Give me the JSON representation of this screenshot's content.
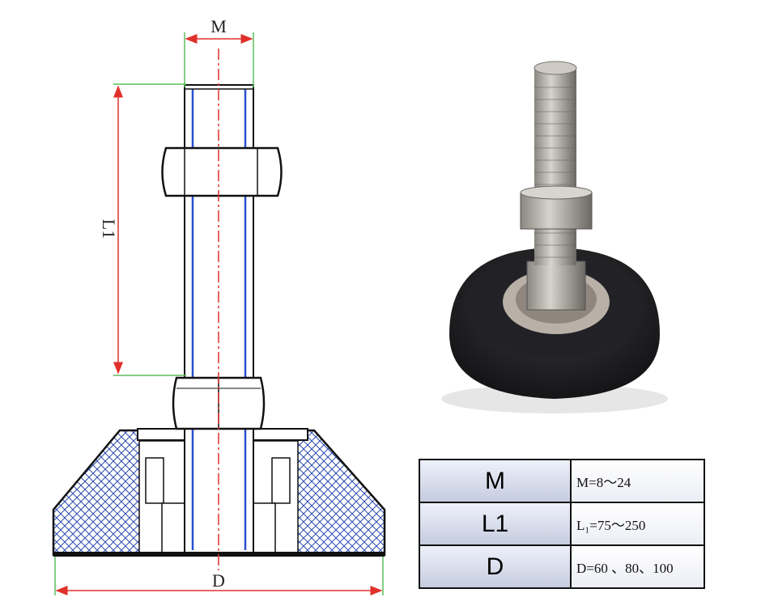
{
  "diagram": {
    "label_m": "M",
    "label_l1": "L1",
    "label_d": "D"
  },
  "table": {
    "rows": [
      {
        "key": "M",
        "value": "M=8～24"
      },
      {
        "key": "L1",
        "value": "L₁=75～250"
      },
      {
        "key": "D",
        "value": "D=60 、80、100"
      }
    ]
  },
  "colors": {
    "dimension_red": "#e0302a",
    "extension_green": "#5cbf5c",
    "thread_blue": "#2a4fd0",
    "hatch_blue": "#2b4bb0",
    "base_black": "#1c1c1e"
  }
}
